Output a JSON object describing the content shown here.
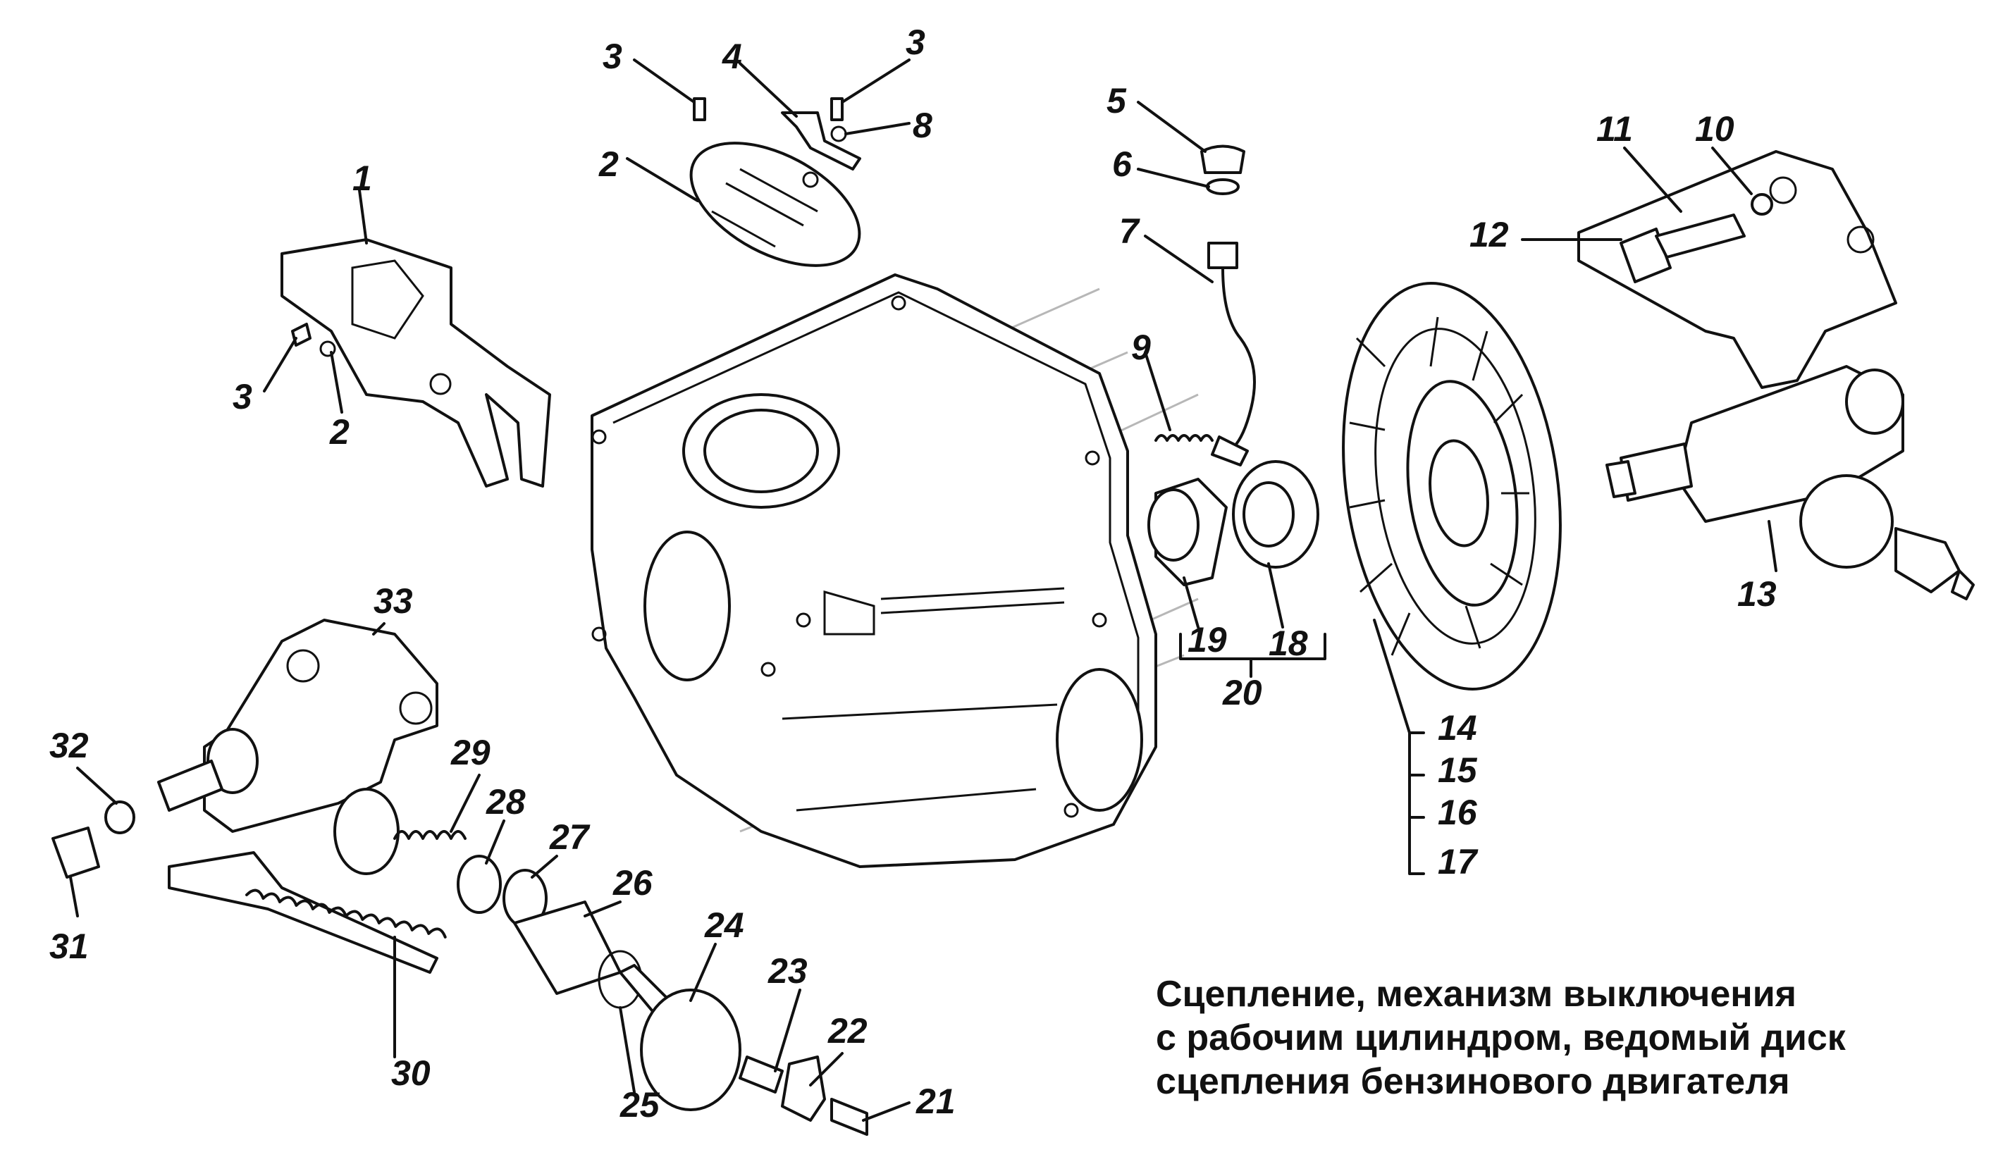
{
  "caption": {
    "line1": "Сцепление, механизм выключения",
    "line2": "с рабочим цилиндром, ведомый диск",
    "line3": "сцепления бензинового двигателя"
  },
  "callouts": {
    "c1": "1",
    "c2a": "2",
    "c2b": "2",
    "c3a": "3",
    "c3b": "3",
    "c3c": "3",
    "c4": "4",
    "c5": "5",
    "c6": "6",
    "c7": "7",
    "c8": "8",
    "c9": "9",
    "c10": "10",
    "c11": "11",
    "c12": "12",
    "c13": "13",
    "c14": "14",
    "c15": "15",
    "c16": "16",
    "c17": "17",
    "c18": "18",
    "c19": "19",
    "c20": "20",
    "c21": "21",
    "c22": "22",
    "c23": "23",
    "c24": "24",
    "c25": "25",
    "c26": "26",
    "c27": "27",
    "c28": "28",
    "c29": "29",
    "c30": "30",
    "c31": "31",
    "c32": "32",
    "c33": "33"
  }
}
